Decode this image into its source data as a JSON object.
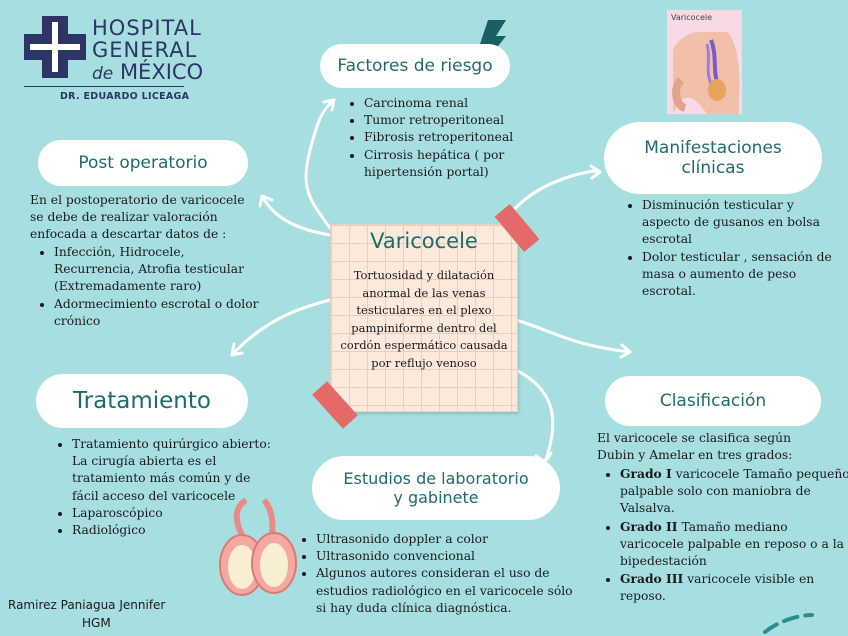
{
  "logo": {
    "line1": "HOSPITAL",
    "line2": "GENERAL",
    "line3_prefix": "de",
    "line3": "MÉXICO",
    "subtitle": "DR. EDUARDO LICEAGA",
    "color": "#2d3566"
  },
  "center": {
    "title": "Varicocele",
    "text": "Tortuosidad y dilatación anormal de las venas testiculares en el plexo pampiniforme dentro del cordón espermático causada por reflujo venoso"
  },
  "factores": {
    "title": "Factores de riesgo",
    "items": [
      "Carcinoma renal",
      "Tumor retroperitoneal",
      "Fibrosis retroperitoneal",
      "Cirrosis hepática ( por hipertensión portal)"
    ]
  },
  "manifestaciones": {
    "title_line1": "Manifestaciones",
    "title_line2": "clínicas",
    "items": [
      "Disminución testicular y aspecto de gusanos en bolsa escrotal",
      "Dolor testicular , sensación de masa o aumento de peso escrotal."
    ]
  },
  "post": {
    "title": "Post operatorio",
    "intro": "En el postoperatorio de varicocele se debe de realizar valoración enfocada a descartar datos de :",
    "items": [
      "Infección, Hidrocele, Recurrencia, Atrofia testicular (Extremadamente raro)",
      "Adormecimiento escrotal o dolor crónico"
    ]
  },
  "tratamiento": {
    "title": "Tratamiento",
    "items": [
      "Tratamiento quirúrgico abierto: La cirugía abierta es el tratamiento más común y de fácil acceso del varicocele",
      "Laparoscópico",
      "Radiológico"
    ]
  },
  "clasificacion": {
    "title": "Clasificación",
    "intro": "El varicocele se clasifica según Dubin y Amelar en tres grados:",
    "grades": [
      {
        "label": "Grado I",
        "text": " varicocele Tamaño pequeño palpable solo con maniobra de Valsalva."
      },
      {
        "label": "Grado II",
        "text": " Tamaño mediano varicocele palpable en reposo o a la bipedestación"
      },
      {
        "label": "Grado III",
        "text": " varicocele visible en reposo."
      }
    ]
  },
  "estudios": {
    "title_line1": "Estudios de laboratorio",
    "title_line2": "y gabinete",
    "items": [
      "Ultrasonido doppler a color",
      "Ultrasonido convencional",
      "Algunos autores consideran el uso de estudios radiológico en el varicocele sólo si hay duda clínica diagnóstica."
    ]
  },
  "image_label": "Varicocele",
  "author": {
    "name": "Ramirez Paniagua Jennifer",
    "org": "HGM"
  },
  "colors": {
    "background": "#a7dfe0",
    "heading": "#1f6b6b",
    "tape": "#e36a66",
    "card": "#fbe9dc"
  }
}
